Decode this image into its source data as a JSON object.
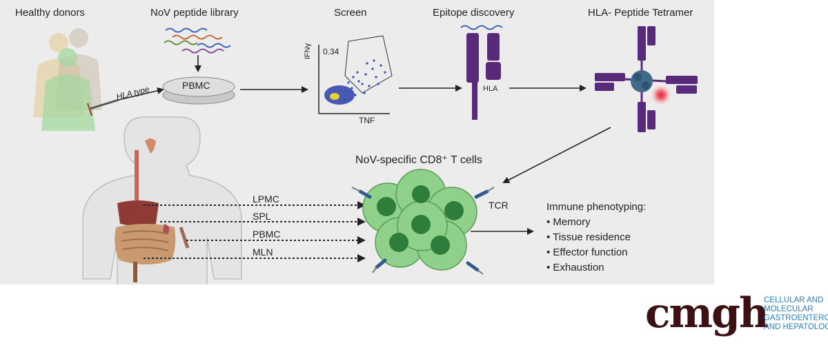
{
  "diagram": {
    "steps": {
      "healthy_donors": "Healthy donors",
      "peptide_library": "NoV peptide library",
      "screen": "Screen",
      "epitope_discovery": "Epitope discovery",
      "tetramer": "HLA- Peptide Tetramer"
    },
    "hla_type": "HLA type",
    "pbmc_dish": "PBMC",
    "flow": {
      "percent": "0.34",
      "y_axis": "IFNγ",
      "x_axis": "TNF"
    },
    "hla_label": "HLA",
    "cells_title": "NoV-specific CD8⁺ T cells",
    "tcr": "TCR",
    "tissues": [
      "LPMC",
      "SPL",
      "PBMC",
      "MLN"
    ],
    "phenotyping": {
      "title": "Immune phenotyping:",
      "items": [
        "Memory",
        "Tissue residence",
        "Effector function",
        "Exhaustion"
      ]
    }
  },
  "brand": {
    "logo": "cmgh",
    "lines": [
      "Cellular and",
      "Molecular",
      "Gastroenterology",
      "and Hepatology"
    ],
    "color": "#2a7fc0"
  }
}
